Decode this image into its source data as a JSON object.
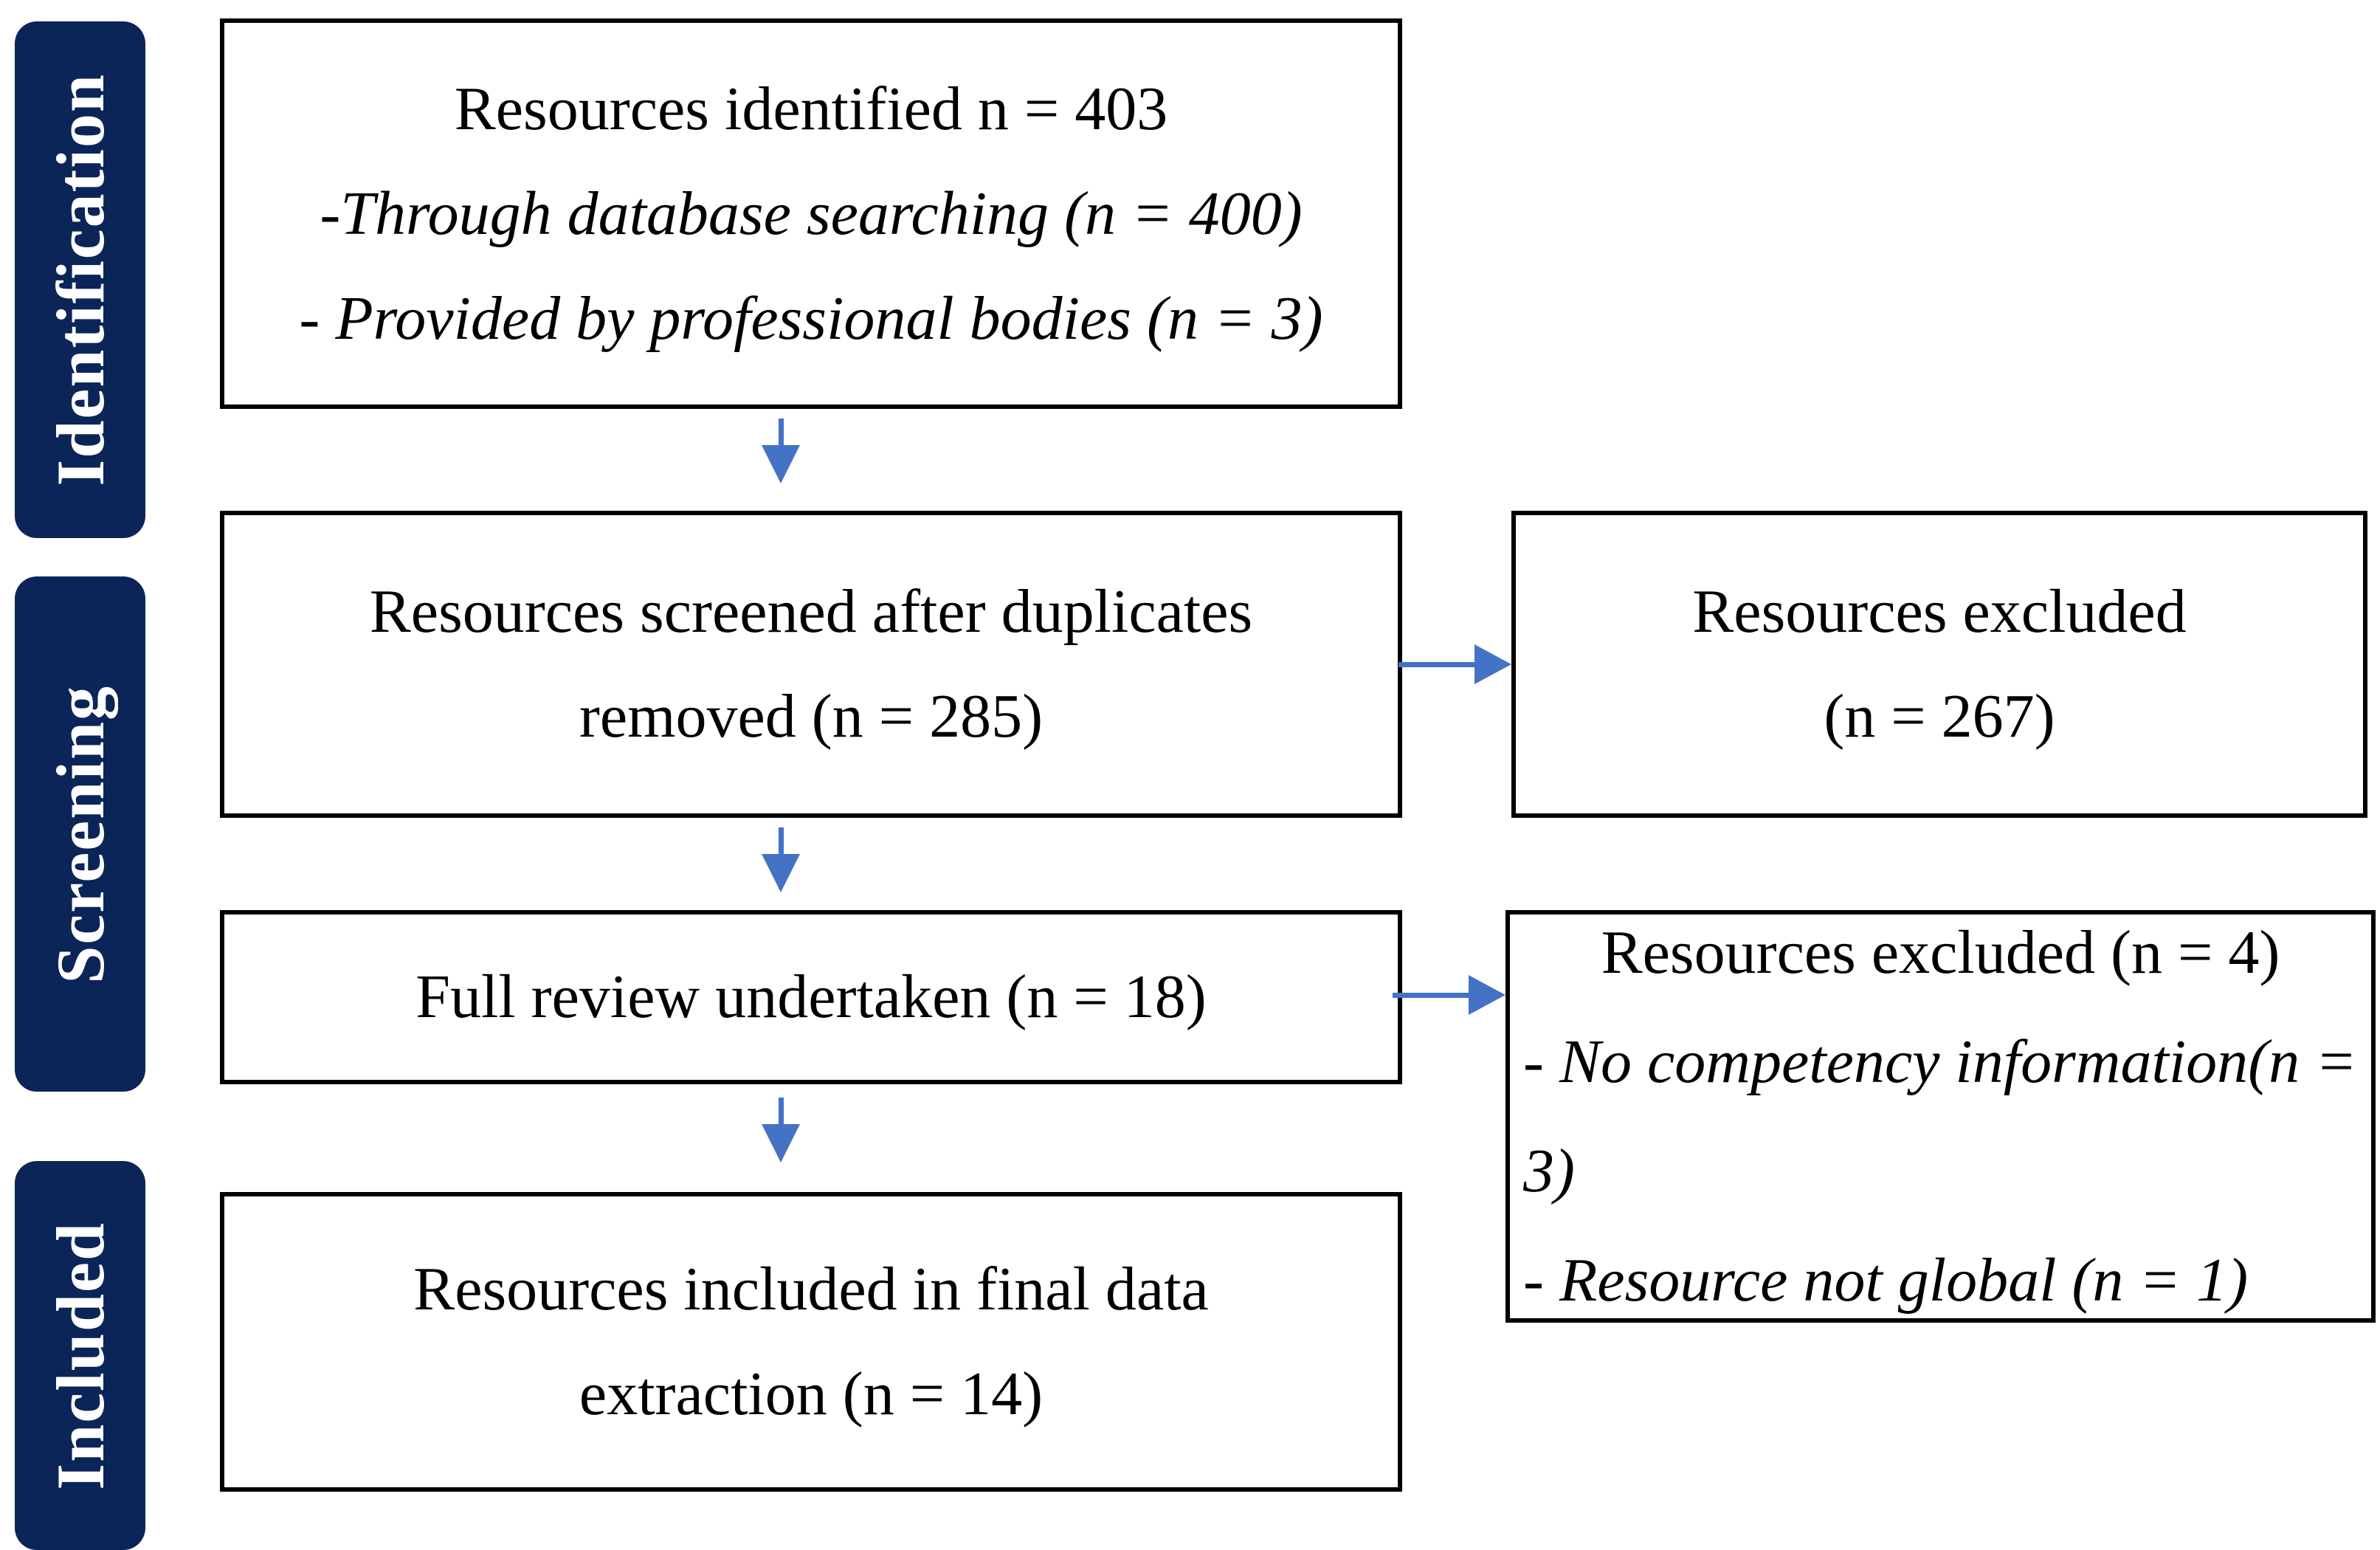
{
  "diagram": {
    "stages": [
      {
        "label": "Identification"
      },
      {
        "label": "Screening"
      },
      {
        "label": "Included"
      }
    ],
    "colors": {
      "stage_bg": "#0B2559",
      "stage_fg": "#FFFFFF",
      "arrow": "#4472C4",
      "box_border": "#000000"
    },
    "boxes": {
      "identified": {
        "title": "Resources identified n = 403",
        "bullet1": "-Through database searching (n = 400)",
        "bullet2": "- Provided by professional bodies (n = 3)"
      },
      "screened": {
        "line1": "Resources screened after duplicates",
        "line2": "removed (n = 285)"
      },
      "excluded_screening": {
        "line1": "Resources excluded",
        "line2": "(n = 267)"
      },
      "full_review": {
        "line1": "Full review undertaken (n = 18)"
      },
      "excluded_full_review": {
        "title": "Resources excluded (n = 4)",
        "bullet1": "- No competency information(n = 3)",
        "bullet2": "- Resource not global (n = 1)"
      },
      "included_final": {
        "line1": "Resources included in final data",
        "line2": "extraction (n = 14)"
      }
    }
  }
}
